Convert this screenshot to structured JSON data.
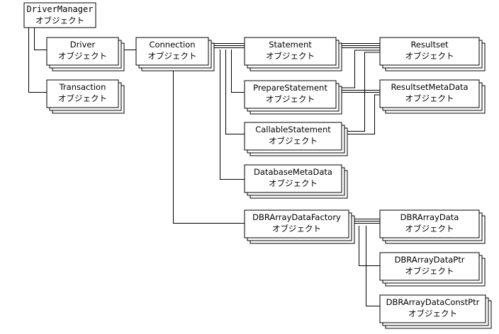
{
  "diagram": {
    "nodes": {
      "driver_manager": {
        "name": "DriverManager",
        "sub": "オブジェクト"
      },
      "driver": {
        "name": "Driver",
        "sub": "オブジェクト"
      },
      "transaction": {
        "name": "Transaction",
        "sub": "オブジェクト"
      },
      "connection": {
        "name": "Connection",
        "sub": "オブジェクト"
      },
      "statement": {
        "name": "Statement",
        "sub": "オブジェクト"
      },
      "prepare_statement": {
        "name": "PrepareStatement",
        "sub": "オブジェクト"
      },
      "callable_statement": {
        "name": "CallableStatement",
        "sub": "オブジェクト"
      },
      "database_meta_data": {
        "name": "DatabaseMetaData",
        "sub": "オブジェクト"
      },
      "dbr_array_data_factory": {
        "name": "DBRArrayDataFactory",
        "sub": "オブジェクト"
      },
      "resultset": {
        "name": "Resultset",
        "sub": "オブジェクト"
      },
      "resultset_meta_data": {
        "name": "ResultsetMetaData",
        "sub": "オブジェクト"
      },
      "dbr_array_data": {
        "name": "DBRArrayData",
        "sub": "オブジェクト"
      },
      "dbr_array_data_ptr": {
        "name": "DBRArrayDataPtr",
        "sub": "オブジェクト"
      },
      "dbr_array_data_const_ptr": {
        "name": "DBRArrayDataConstPtr",
        "sub": "オブジェクト"
      }
    }
  }
}
